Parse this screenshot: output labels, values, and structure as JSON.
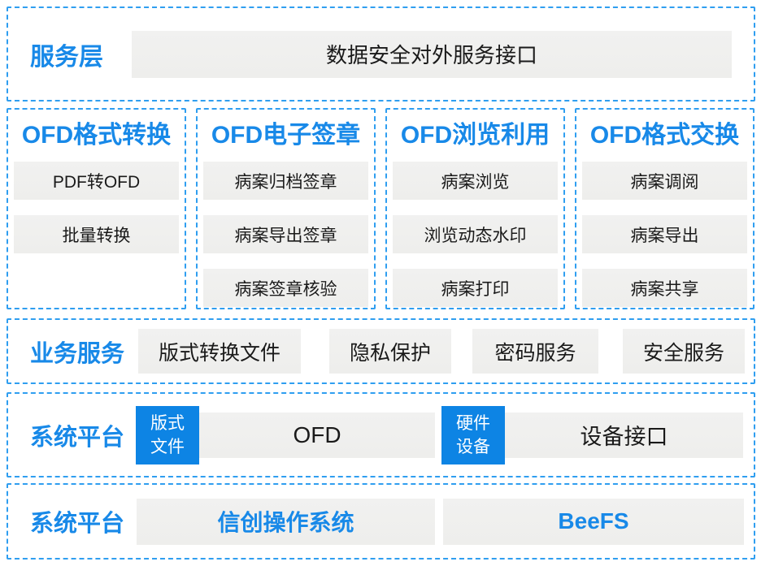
{
  "colors": {
    "accent_text": "#1889e8",
    "dashed_border": "#2f9ef0",
    "badge_bg": "#0d84e4",
    "box_bg": "#f0f0ee"
  },
  "service_layer": {
    "label": "服务层",
    "interface_box": "数据安全对外服务接口"
  },
  "modules": [
    {
      "title": "OFD格式转换",
      "items": [
        "PDF转OFD",
        "批量转换"
      ]
    },
    {
      "title": "OFD电子签章",
      "items": [
        "病案归档签章",
        "病案导出签章",
        "病案签章核验"
      ]
    },
    {
      "title": "OFD浏览利用",
      "items": [
        "病案浏览",
        "浏览动态水印",
        "病案打印"
      ]
    },
    {
      "title": "OFD格式交换",
      "items": [
        "病案调阅",
        "病案导出",
        "病案共享"
      ]
    }
  ],
  "business_services": {
    "label": "业务服务",
    "items": [
      "版式转换文件",
      "隐私保护",
      "密码服务",
      "安全服务"
    ]
  },
  "system_platform_upper": {
    "label": "系统平台",
    "groups": [
      {
        "badge_lines": [
          "版式",
          "文件"
        ],
        "box": "OFD"
      },
      {
        "badge_lines": [
          "硬件",
          "设备"
        ],
        "box": "设备接口"
      }
    ]
  },
  "system_platform_lower": {
    "label": "系统平台",
    "items": [
      "信创操作系统",
      "BeeFS"
    ]
  }
}
